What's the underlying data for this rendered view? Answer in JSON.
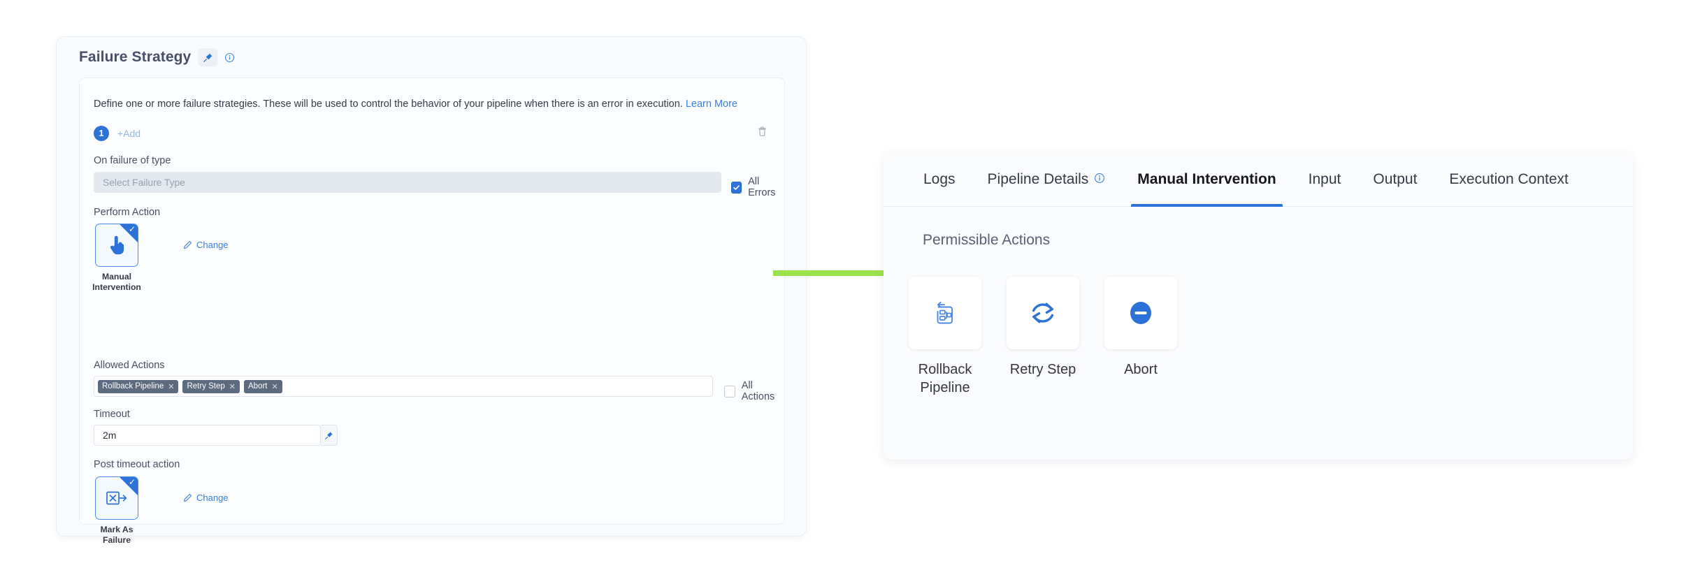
{
  "left_panel": {
    "title": "Failure Strategy",
    "pin_icon": "pin-icon",
    "info_icon": "info-circle-icon",
    "description": "Define one or more failure strategies. These will be used to control the behavior of your pipeline when there is an error in execution.",
    "learn_more": "Learn More",
    "strategy_index": "1",
    "add_label": "+Add",
    "delete_icon": "trash-icon",
    "fields": {
      "on_failure_label": "On failure of type",
      "failure_type_placeholder": "Select Failure Type",
      "failure_type_value": "",
      "all_errors_label": "All Errors",
      "all_errors_checked": true,
      "perform_action_label": "Perform Action",
      "perform_action_name": "Manual\nIntervention",
      "perform_action_icon": "hand-pointer-icon",
      "perform_action_change": "Change",
      "allowed_actions_label": "Allowed Actions",
      "allowed_actions_chips": [
        "Rollback Pipeline",
        "Retry Step",
        "Abort"
      ],
      "all_actions_label": "All Actions",
      "all_actions_checked": false,
      "timeout_label": "Timeout",
      "timeout_value": "2m",
      "timeout_pin_icon": "pin-icon",
      "post_timeout_label": "Post timeout action",
      "post_timeout_name": "Mark As\nFailure",
      "post_timeout_icon": "mark-as-failure-icon",
      "post_timeout_change": "Change"
    }
  },
  "arrow": {
    "name": "green-arrow",
    "color": "#9ae34a"
  },
  "right_panel": {
    "tabs": [
      {
        "label": "Logs",
        "active": false,
        "info_icon": false
      },
      {
        "label": "Pipeline Details",
        "active": false,
        "info_icon": true
      },
      {
        "label": "Manual Intervention",
        "active": true,
        "info_icon": false
      },
      {
        "label": "Input",
        "active": false,
        "info_icon": false
      },
      {
        "label": "Output",
        "active": false,
        "info_icon": false
      },
      {
        "label": "Execution Context",
        "active": false,
        "info_icon": false
      }
    ],
    "section_title": "Permissible Actions",
    "actions": [
      {
        "label": "Rollback\nPipeline",
        "icon": "rollback-pipeline-icon"
      },
      {
        "label": "Retry Step",
        "icon": "retry-refresh-icon"
      },
      {
        "label": "Abort",
        "icon": "abort-minus-circle-icon"
      }
    ]
  },
  "colors": {
    "accent": "#2d72d9",
    "chip_bg": "#5c6b80",
    "arrow_green": "#9ae34a",
    "link": "#3d7ddc"
  }
}
